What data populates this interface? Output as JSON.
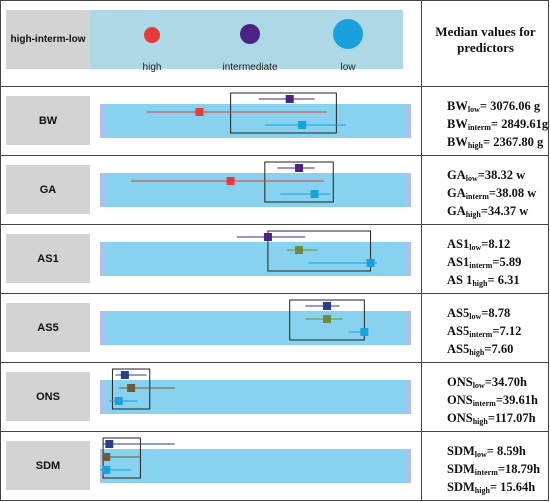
{
  "legend": {
    "label": "high-interm-low",
    "items": [
      {
        "name": "high",
        "color": "#e63a3a"
      },
      {
        "name": "intermediate",
        "color": "#4b2383"
      },
      {
        "name": "low",
        "color": "#1aa0dc"
      }
    ]
  },
  "header": {
    "line1": "Median values for",
    "line2": "predictors"
  },
  "colors": {
    "track": "#87d3ef",
    "legend_band": "#add8e6",
    "label_box": "#d3d3d3",
    "box_stroke": "#222222",
    "edge_tint": "#c9b4ea"
  },
  "chart_data": {
    "type": "boxplot-summary",
    "panels": [
      {
        "label": "BW",
        "stats": [
          {
            "name": "BW",
            "sub": "low",
            "value": "= 3076.06 g"
          },
          {
            "name": "BW",
            "sub": "interm",
            "value": "= 2849.61g"
          },
          {
            "name": "BW",
            "sub": "high",
            "value": "= 2367.80 g"
          }
        ],
        "box": [
          0.42,
          0.76
        ],
        "groups": [
          {
            "level": "intermediate",
            "color": "#4b2383",
            "median": 0.61,
            "range": [
              0.51,
              0.69
            ],
            "row": 0
          },
          {
            "level": "high",
            "color": "#e63a3a",
            "median": 0.32,
            "range": [
              0.15,
              0.73
            ],
            "row": 1
          },
          {
            "level": "low",
            "color": "#1aa0dc",
            "median": 0.65,
            "range": [
              0.53,
              0.79
            ],
            "row": 2
          }
        ]
      },
      {
        "label": "GA",
        "stats": [
          {
            "name": "GA",
            "sub": "low",
            "value": "=38.32 w"
          },
          {
            "name": "GA",
            "sub": "interm",
            "value": "=38.08 w"
          },
          {
            "name": "GA",
            "sub": "high",
            "value": "=34.37 w"
          }
        ],
        "box": [
          0.53,
          0.75
        ],
        "groups": [
          {
            "level": "intermediate",
            "color": "#4b2383",
            "median": 0.64,
            "range": [
              0.57,
              0.69
            ],
            "row": 0
          },
          {
            "level": "high",
            "color": "#e63a3a",
            "median": 0.42,
            "range": [
              0.1,
              0.72
            ],
            "row": 1
          },
          {
            "level": "low",
            "color": "#1aa0dc",
            "median": 0.69,
            "range": [
              0.58,
              0.74
            ],
            "row": 2
          }
        ]
      },
      {
        "label": "AS1",
        "stats": [
          {
            "name": "AS1",
            "sub": "low",
            "value": "=8.12"
          },
          {
            "name": "AS1",
            "sub": "interm",
            "value": "=5.89"
          },
          {
            "name": "AS 1",
            "sub": "high",
            "value": "= 6.31"
          }
        ],
        "box": [
          0.54,
          0.87
        ],
        "groups": [
          {
            "level": "intermediate",
            "color": "#4b2383",
            "median": 0.54,
            "range": [
              0.44,
              0.66
            ],
            "row": 0
          },
          {
            "level": "high",
            "color": "#6f8a3a",
            "median": 0.64,
            "range": [
              0.6,
              0.7
            ],
            "row": 1
          },
          {
            "level": "low",
            "color": "#1aa0dc",
            "median": 0.87,
            "range": [
              0.67,
              0.89
            ],
            "row": 2
          }
        ]
      },
      {
        "label": "AS5",
        "stats": [
          {
            "name": "AS5",
            "sub": "low",
            "value": "=8.78"
          },
          {
            "name": "AS5",
            "sub": "interm",
            "value": "=7.12"
          },
          {
            "name": "AS5",
            "sub": "high",
            "value": "=7.60"
          }
        ],
        "box": [
          0.61,
          0.85
        ],
        "groups": [
          {
            "level": "intermediate",
            "color": "#2a3f8a",
            "median": 0.73,
            "range": [
              0.66,
              0.77
            ],
            "row": 0
          },
          {
            "level": "high",
            "color": "#6f8a3a",
            "median": 0.73,
            "range": [
              0.66,
              0.78
            ],
            "row": 1
          },
          {
            "level": "low",
            "color": "#1aa0dc",
            "median": 0.85,
            "range": [
              0.8,
              0.86
            ],
            "row": 2
          }
        ]
      },
      {
        "label": "ONS",
        "stats": [
          {
            "name": "ONS",
            "sub": "low",
            "value": "=34.70h"
          },
          {
            "name": "ONS",
            "sub": "interm",
            "value": "=39.61h"
          },
          {
            "name": "ONS",
            "sub": "high",
            "value": "=117.07h"
          }
        ],
        "box": [
          0.04,
          0.16
        ],
        "groups": [
          {
            "level": "intermediate",
            "color": "#2a3f8a",
            "median": 0.08,
            "range": [
              0.05,
              0.15
            ],
            "row": 0
          },
          {
            "level": "high",
            "color": "#6f5a3a",
            "median": 0.1,
            "range": [
              0.06,
              0.24
            ],
            "row": 1
          },
          {
            "level": "low",
            "color": "#1aa0dc",
            "median": 0.06,
            "range": [
              0.03,
              0.12
            ],
            "row": 2
          }
        ]
      },
      {
        "label": "SDM",
        "stats": [
          {
            "name": "SDM",
            "sub": "low",
            "value": "= 8.59h"
          },
          {
            "name": "SDM",
            "sub": "interm",
            "value": "=18.79h"
          },
          {
            "name": "SDM",
            "sub": "high",
            "value": "= 15.64h"
          }
        ],
        "box": [
          0.01,
          0.13
        ],
        "groups": [
          {
            "level": "intermediate",
            "color": "#2a3f8a",
            "median": 0.03,
            "range": [
              0.01,
              0.24
            ],
            "row": 0
          },
          {
            "level": "high",
            "color": "#6f5a3a",
            "median": 0.02,
            "range": [
              0.01,
              0.13
            ],
            "row": 1
          },
          {
            "level": "low",
            "color": "#1aa0dc",
            "median": 0.02,
            "range": [
              0.0,
              0.1
            ],
            "row": 2
          }
        ]
      }
    ]
  }
}
